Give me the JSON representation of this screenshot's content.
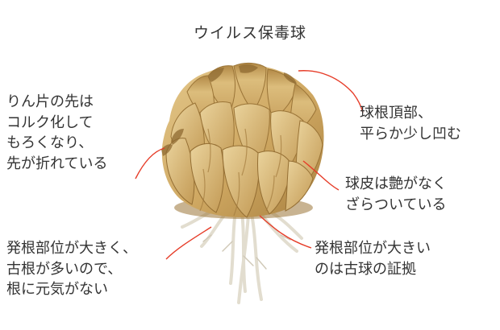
{
  "title": "ウイルス保毒球",
  "notes": {
    "scales": "りん片の先は\nコルク化して\nもろくなり、\n先が折れている",
    "top": "球根頂部、\n平らか少し凹む",
    "skin": "球皮は艶がなく\nざらついている",
    "roots_left": "発根部位が大きく、\n古根が多いので、\n根に元気がない",
    "roots_right": "発根部位が大きい\nのは古球の証拠"
  },
  "colors": {
    "leader_line": "#e63c28",
    "scale_light": "#dcbd7c",
    "scale_mid": "#c9a15c",
    "scale_dark": "#a47c3e",
    "root": "#e2ddcf"
  },
  "icons": {
    "illustration": "lily-bulb-illustration"
  }
}
